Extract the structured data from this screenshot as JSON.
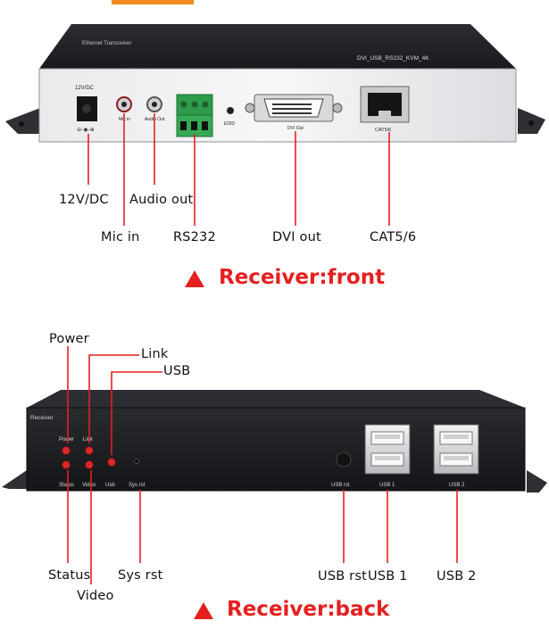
{
  "top_tab_color": "#f28a1f",
  "accent_color": "#e4201f",
  "front": {
    "caption": "Receiver:front",
    "device_top_text_left": "Ethernet Transceiver",
    "device_top_text_right": "DVI_USB_RS232_KVM_4K",
    "panel_labels": {
      "power": "12V/DC",
      "mic": "Mic in",
      "audio": "Audio Out",
      "edid": "EDID",
      "dvi": "DVI Out",
      "cat": "CAT5/6"
    },
    "callouts": {
      "dc": "12V/DC",
      "audio_out": "Audio out",
      "mic_in": "Mic in",
      "rs232": "RS232",
      "dvi_out": "DVI out",
      "cat": "CAT5/6"
    }
  },
  "back": {
    "caption": "Receiver:back",
    "device_brand": "Receiver",
    "panel_labels": {
      "power": "Power",
      "link": "Link",
      "status": "Status",
      "video": "Video",
      "usb": "Usb",
      "sys_rst": "Sys rst",
      "usb_rst": "USB rst",
      "usb1": "USB 1",
      "usb2": "USB 2"
    },
    "callouts": {
      "power": "Power",
      "link": "Link",
      "usb": "USB",
      "status": "Status",
      "video": "Video",
      "sys_rst": "Sys rst",
      "usb_rst": "USB rst",
      "usb1": "USB 1",
      "usb2": "USB 2"
    }
  }
}
